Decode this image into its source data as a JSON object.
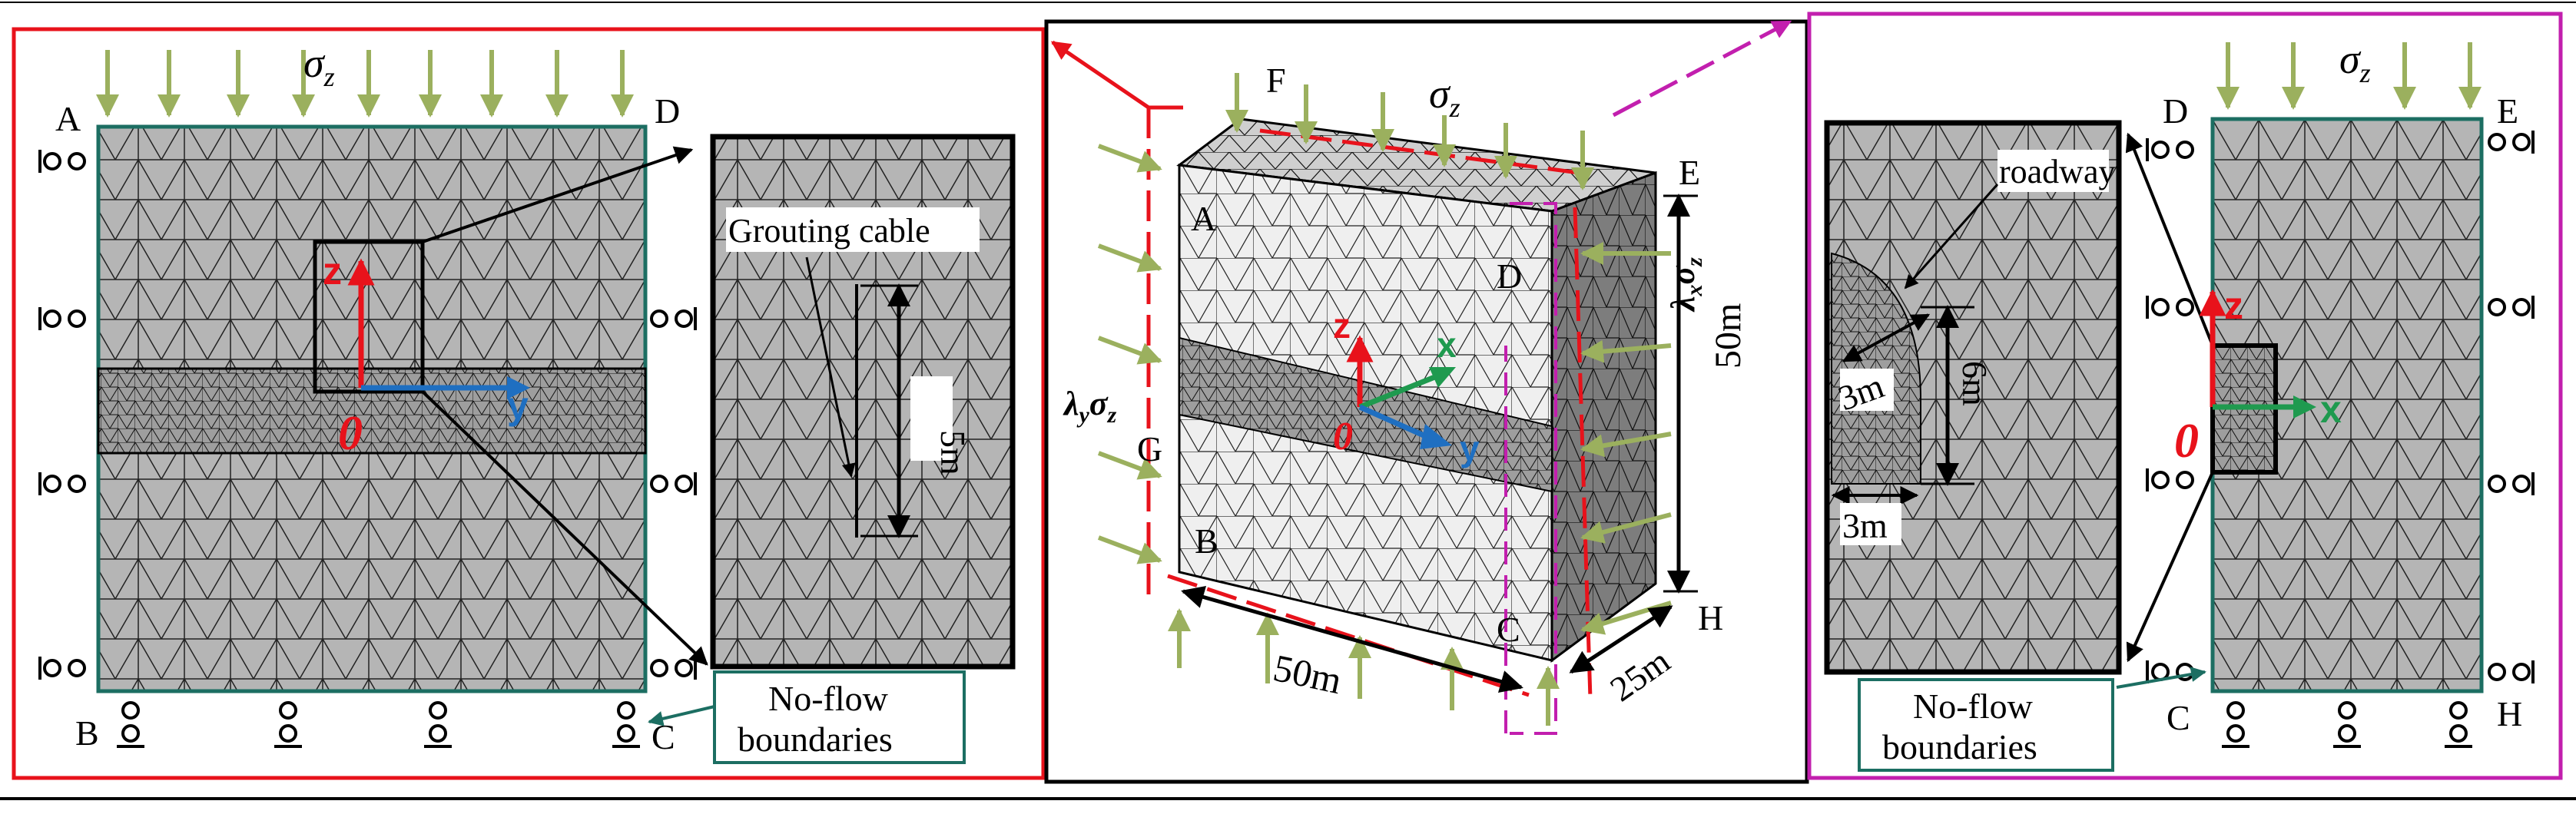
{
  "labels": {
    "sigma_z": "σ",
    "sigma_sub": "z",
    "lambda_y_sigma_z": "λ",
    "lambda_y_sub": "y",
    "lambda_x_sigma_z": "λ",
    "lambda_x_sub": "x",
    "sigma_main": "σ",
    "sigma_main_sub": "z",
    "origin": "0",
    "axis_y": "y",
    "axis_z": "z",
    "axis_x": "x",
    "grouting_cable": "Grouting cable",
    "roadway": "roadway",
    "no_flow_left_1": "No-flow",
    "no_flow_left_2": "boundaries",
    "no_flow_right_1": "No-flow",
    "no_flow_right_2": "boundaries"
  },
  "points": {
    "A": "A",
    "B": "B",
    "C": "C",
    "D": "D",
    "E": "E",
    "F": "F",
    "G": "G",
    "H": "H"
  },
  "dimensions": {
    "cable_len": "5m",
    "width_50_bottom": "50m",
    "height_50": "50m",
    "depth_25": "25m",
    "roadway_h": "6m",
    "roadway_w_top": "3m",
    "roadway_w_bottom": "3m"
  },
  "colors": {
    "left_frame": "#e8121b",
    "right_frame": "#c21fae",
    "center_frame": "#000000",
    "load_arrow": "#9bb05e",
    "teal": "#1c6e62",
    "axis_red": "#e8121b",
    "axis_blue": "#1f6fc1",
    "axis_green": "#1f9a4f",
    "mesh_fill": "#b8b8b8"
  }
}
